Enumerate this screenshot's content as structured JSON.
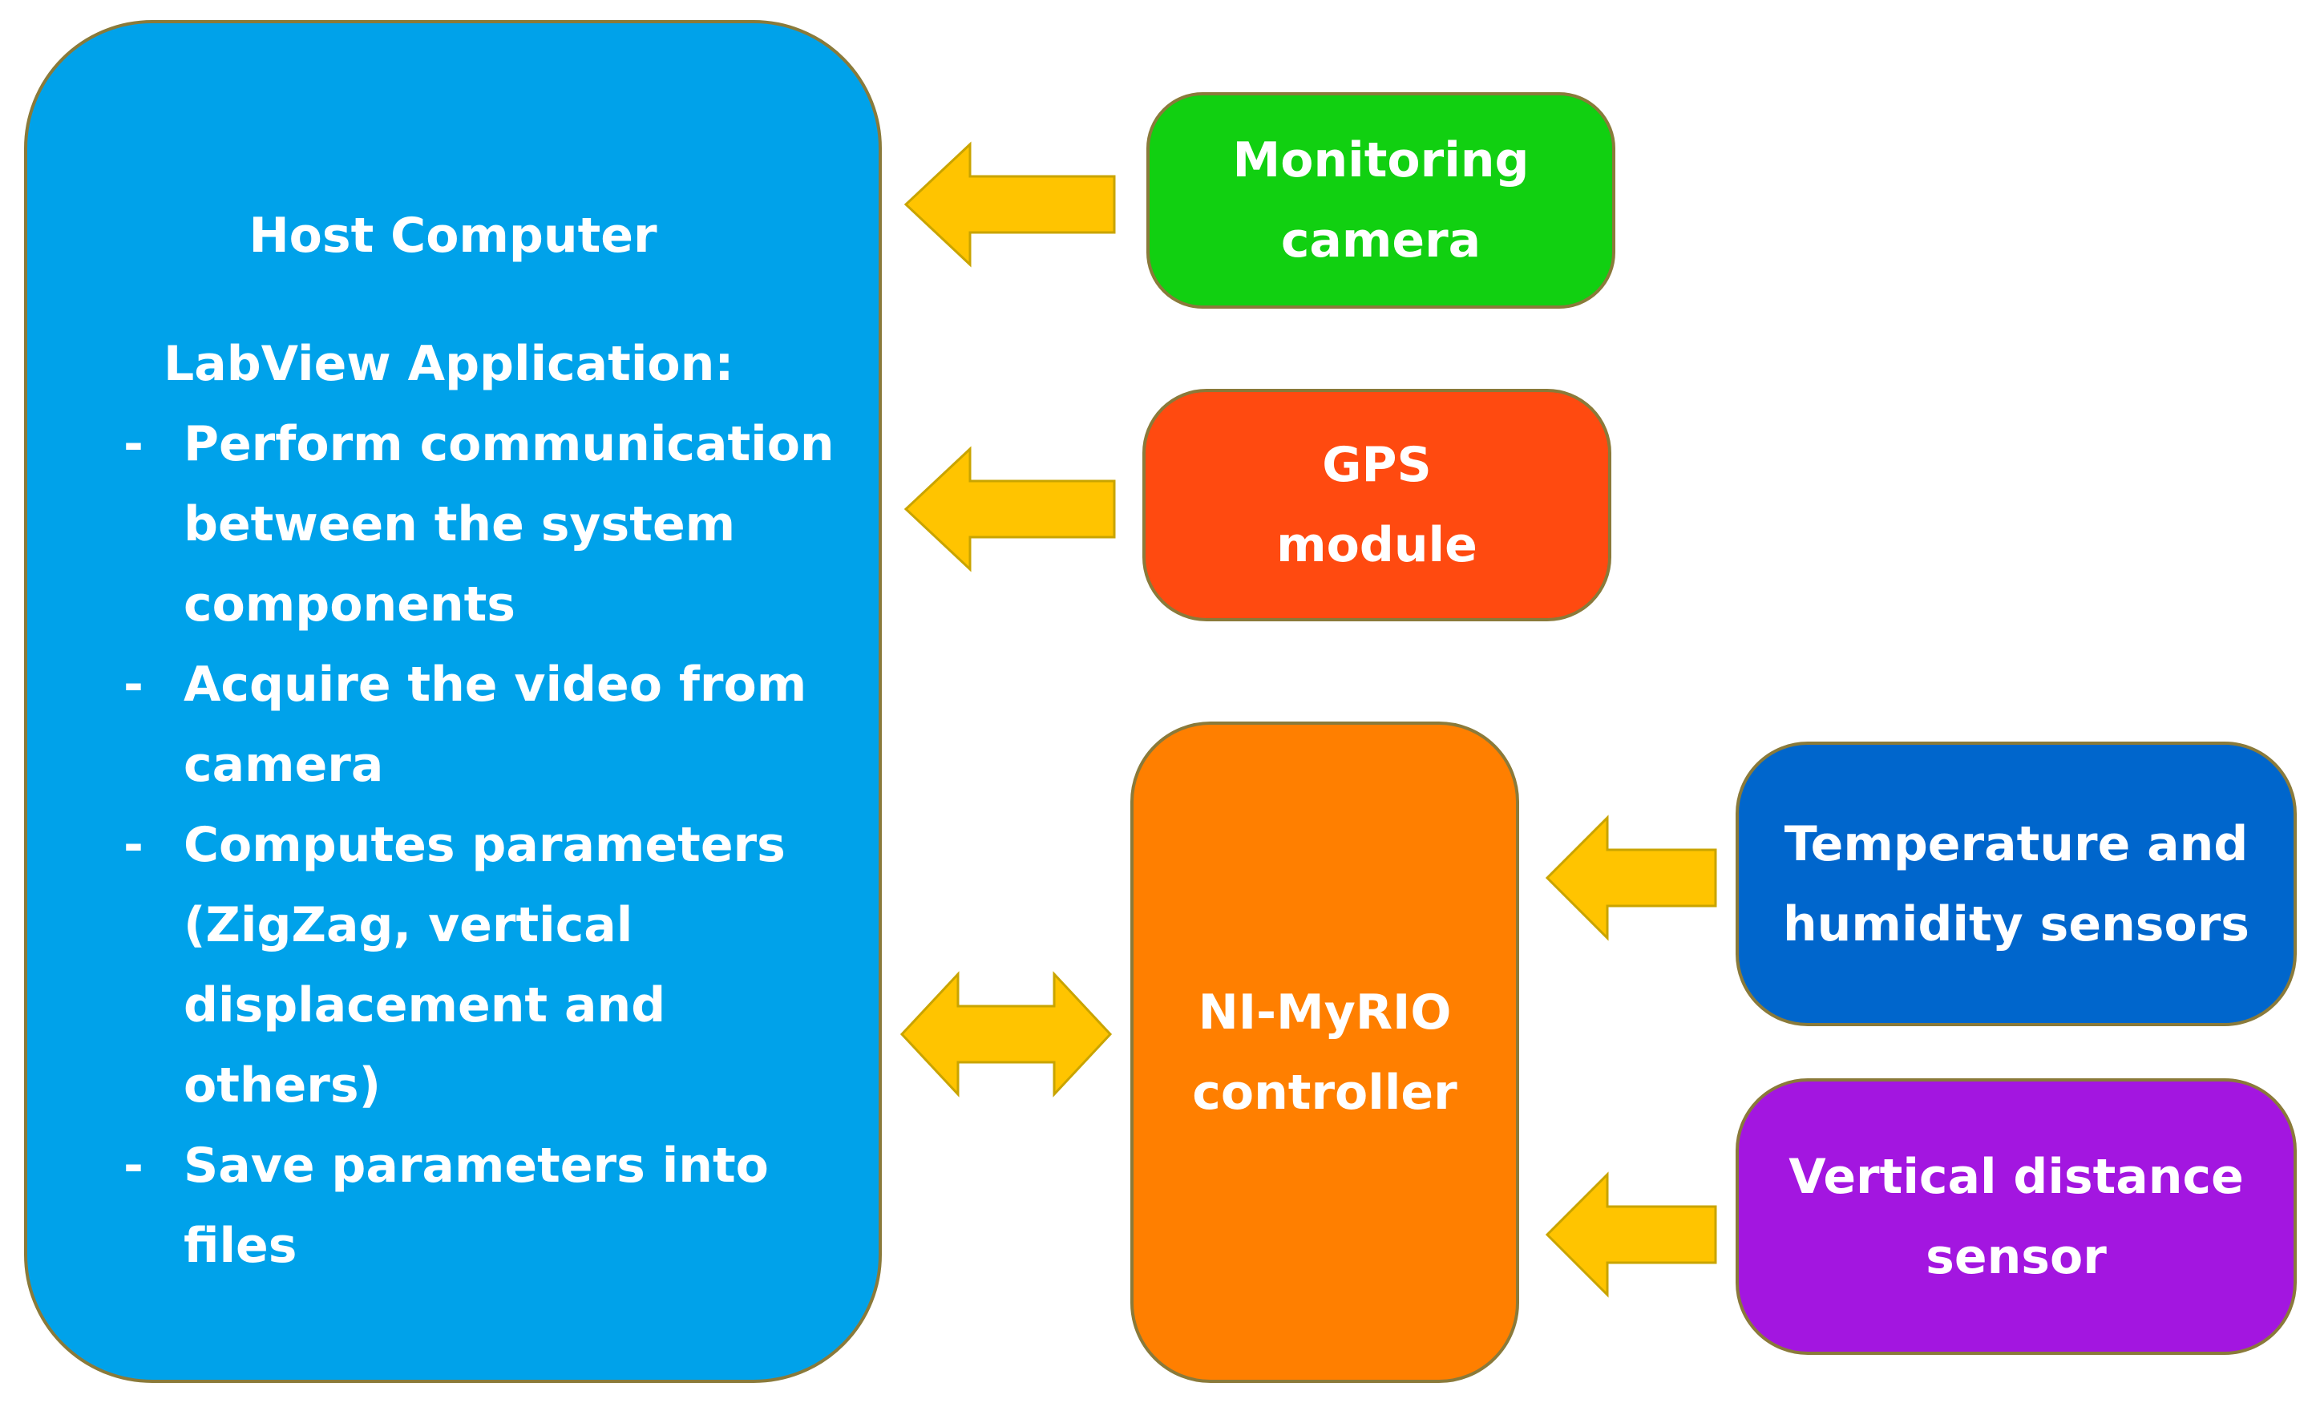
{
  "host": {
    "title": "Host Computer",
    "subtitle": "LabView Application:",
    "tasks": [
      "Perform communication between the system components",
      "Acquire the video from camera",
      "Computes parameters (ZigZag, vertical displacement and others)",
      "Save parameters into files"
    ],
    "bullet": "-",
    "color": "#00a2ea"
  },
  "camera": {
    "lines": [
      "Monitoring",
      "camera"
    ],
    "color": "#11d011"
  },
  "gps": {
    "lines": [
      "GPS",
      "module"
    ],
    "color": "#ff4a10"
  },
  "myrio": {
    "lines": [
      "NI-MyRIO",
      "controller"
    ],
    "color": "#ff7f00"
  },
  "temp_sensor": {
    "lines": [
      "Temperature and",
      "humidity sensors"
    ],
    "color": "#0066cc"
  },
  "distance_sensor": {
    "lines": [
      "Vertical distance",
      "sensor"
    ],
    "color": "#a316e0"
  },
  "arrow_color": "#ffc400",
  "arrow_stroke": "#c9a400",
  "border_color": "#8a7a3a"
}
